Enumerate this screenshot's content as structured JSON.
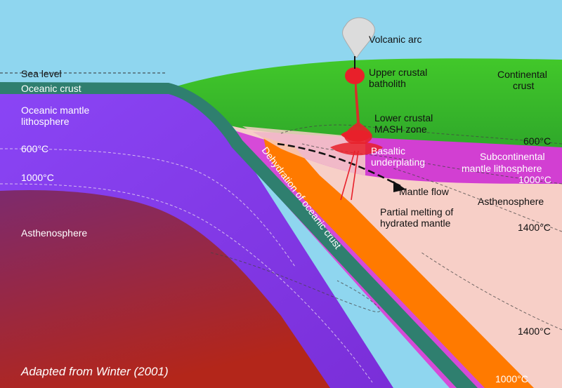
{
  "labels": {
    "volcanic_arc": "Volcanic arc",
    "upper_crustal_batholith_1": "Upper crustal",
    "upper_crustal_batholith_2": "batholith",
    "continental_crust_1": "Continental",
    "continental_crust_2": "crust",
    "sea_level": "Sea level",
    "oceanic_crust": "Oceanic crust",
    "oceanic_mantle_lithosphere_1": "Oceanic mantle",
    "oceanic_mantle_lithosphere_2": "lithosphere",
    "lower_crustal_mash_1": "Lower crustal",
    "lower_crustal_mash_2": "MASH zone",
    "basaltic_underplating_1": "Basaltic",
    "basaltic_underplating_2": "underplating",
    "subcontinental_1": "Subcontinental",
    "subcontinental_2": "mantle lithosphere",
    "mantle_flow": "Mantle flow",
    "asthenosphere_right": "Asthenosphere",
    "asthenosphere_left": "Asthenosphere",
    "partial_melting_1": "Partial melting of",
    "partial_melting_2": "hydrated mantle",
    "dehydration": "Dehydration of oceanic crust",
    "credit": "Adapted from Winter (2001)"
  },
  "temperatures": {
    "t600_left": "600°C",
    "t1000_left": "1000°C",
    "t600_right": "600°C",
    "t1000_right": "1000°C",
    "t1400_right_upper": "1400°C",
    "t1400_right_lower": "1400°C",
    "t1000_bottom": "1000°C"
  },
  "colors": {
    "sky": "#8fd6ef",
    "continental_crust": "#3fbf2a",
    "subcontinental_mantle": "#d23fd2",
    "asthenosphere_right": "#f7cfc7",
    "oceanic_crust": "#2f7f6f",
    "oceanic_mantle": "#8a3cf0",
    "asthenosphere_left_top": "#8a2a6a",
    "asthenosphere_left_bottom": "#b02a1a",
    "dehydration_zone": "#ff7a00",
    "magma": "#e8202a",
    "slab_mantle": "#d64ad8"
  }
}
